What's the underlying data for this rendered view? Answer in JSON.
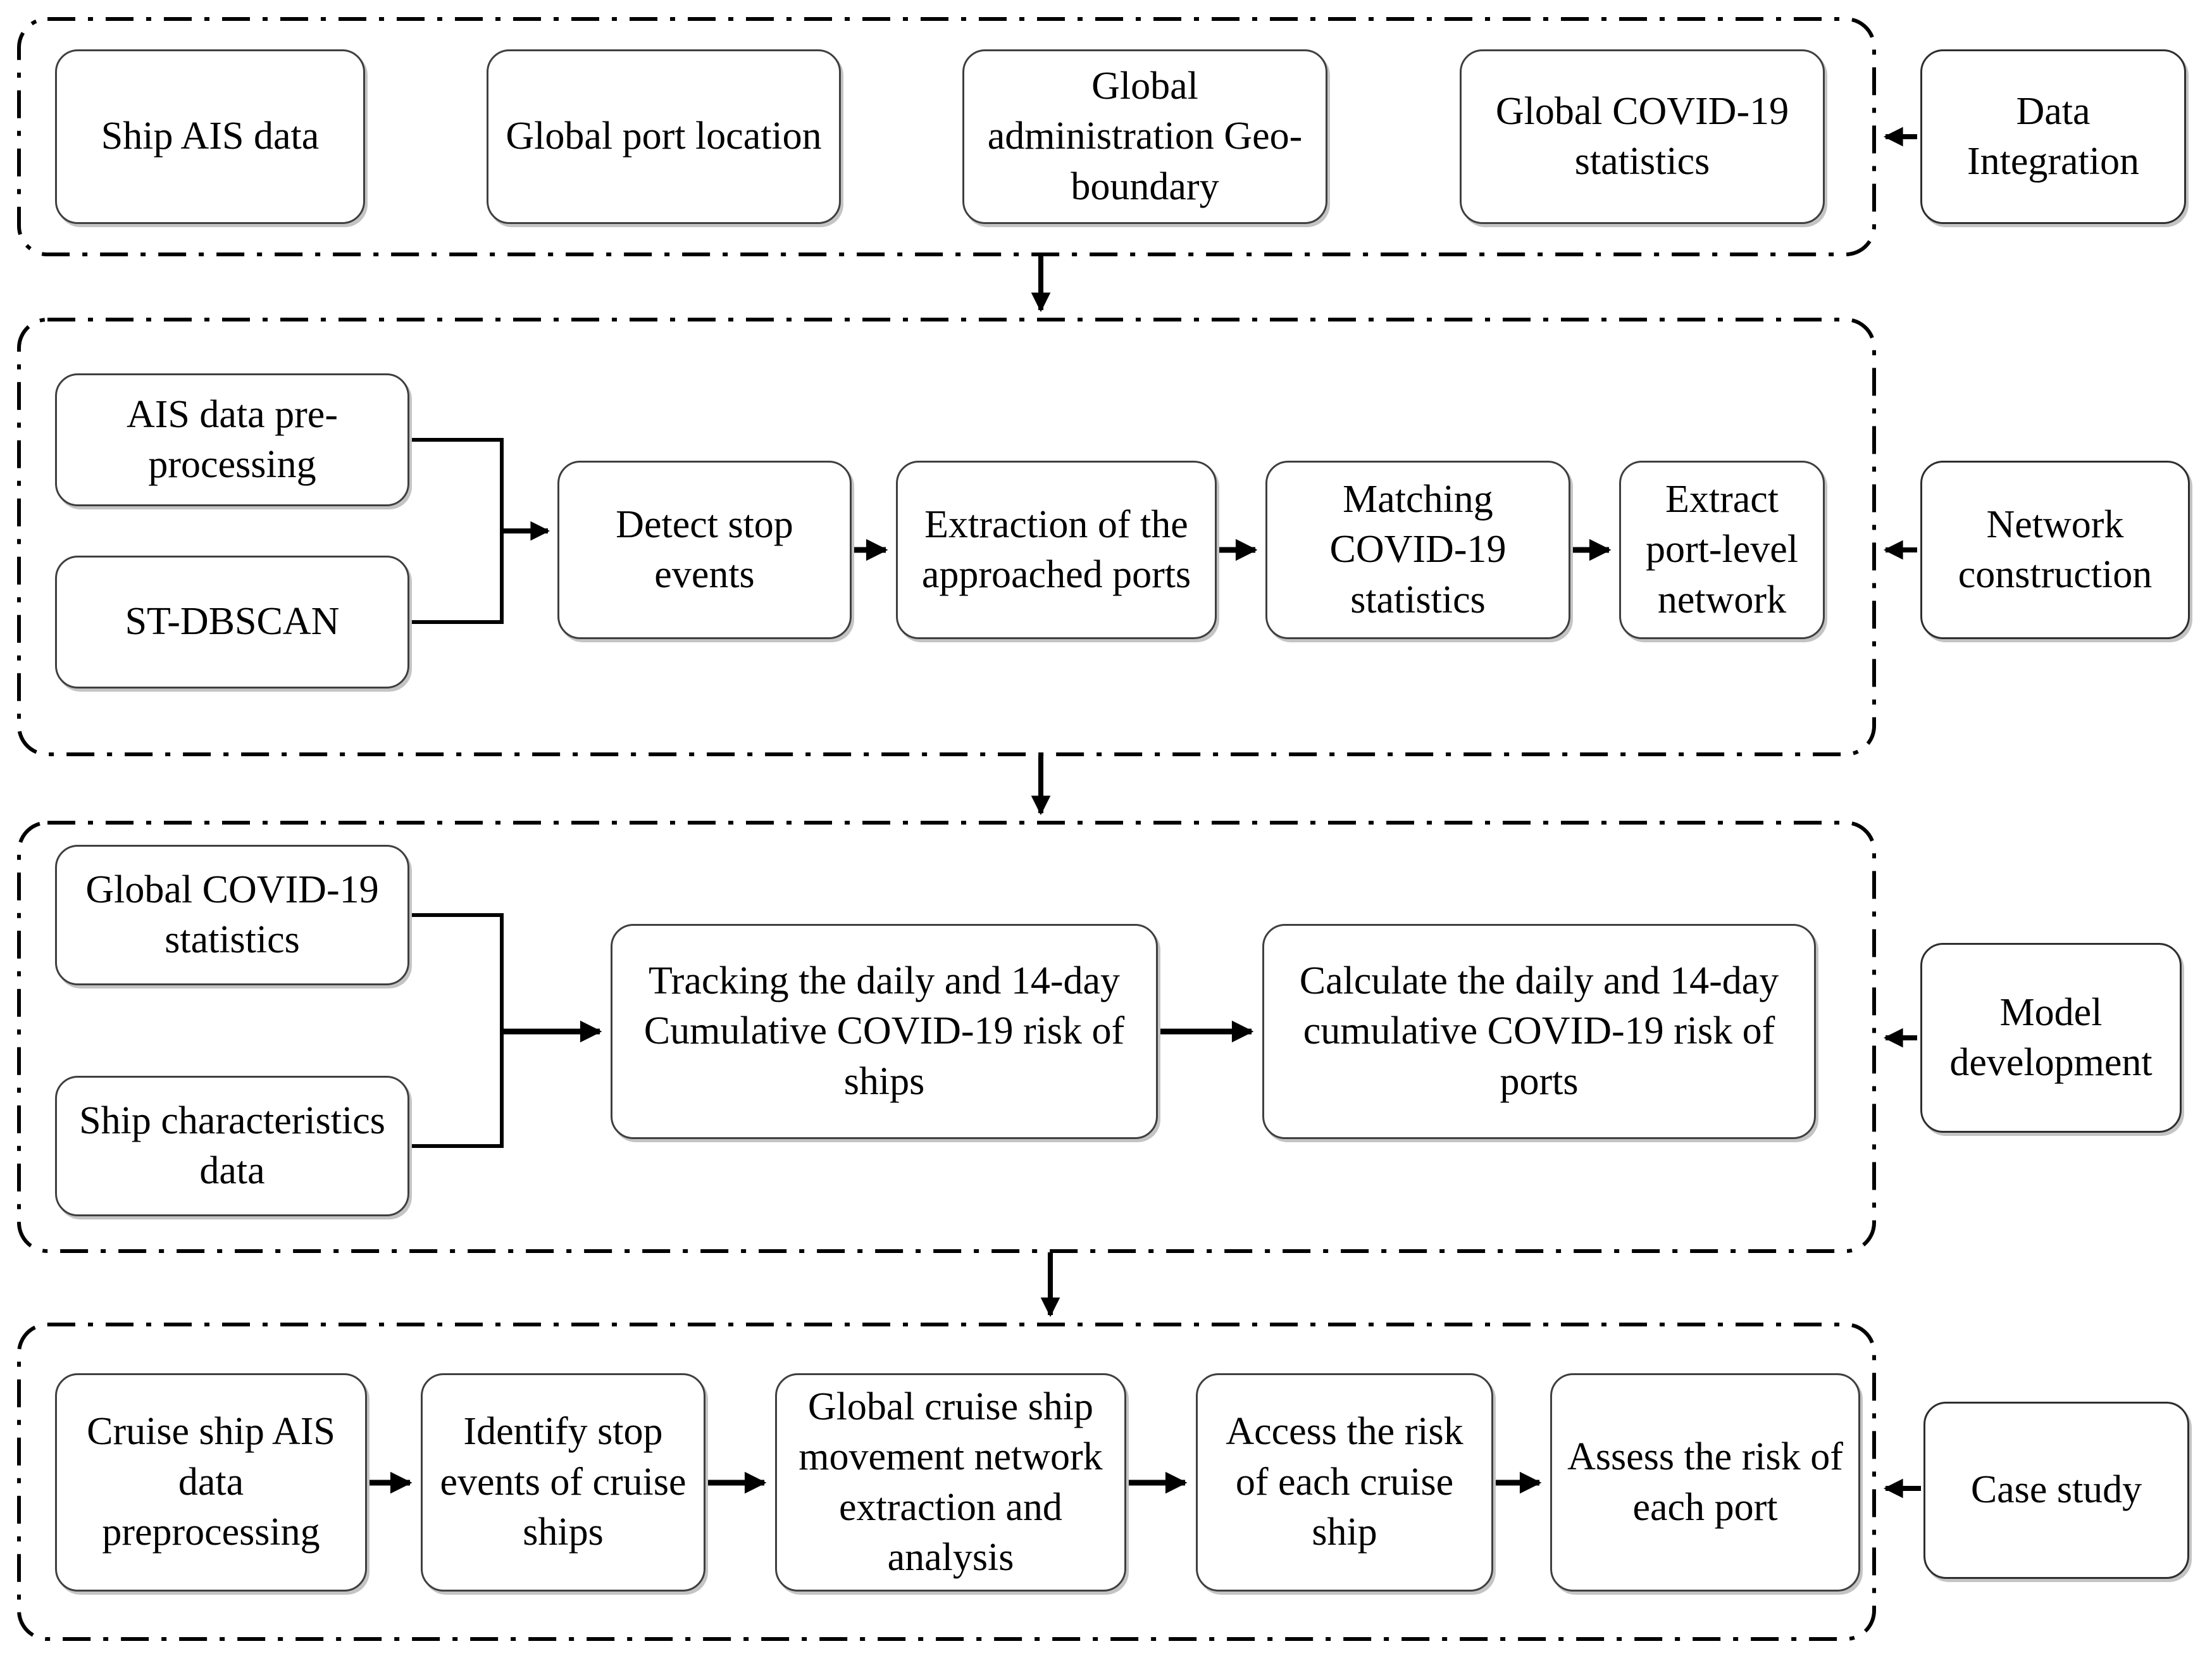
{
  "diagram": {
    "colors": {
      "background": "#ffffff",
      "line": "#000000",
      "box_border": "#3f3f3f"
    },
    "stages": [
      {
        "side_label": "Data\nIntegration",
        "boxes": [
          "Ship AIS data",
          "Global port location",
          "Global\nadministration Geo-\nboundary",
          "Global COVID-19\nstatistics"
        ]
      },
      {
        "side_label": "Network\nconstruction",
        "boxes": [
          "AIS data pre-\nprocessing",
          "ST-DBSCAN",
          "Detect stop\nevents",
          "Extraction of the\napproached ports",
          "Matching\nCOVID-19\nstatistics",
          "Extract\nport-level\nnetwork"
        ]
      },
      {
        "side_label": "Model\ndevelopment",
        "boxes": [
          "Global COVID-19\nstatistics",
          "Ship characteristics\ndata",
          "Tracking the daily and 14-day\nCumulative COVID-19 risk of\nships",
          "Calculate the daily and 14-day\ncumulative COVID-19 risk of\nports"
        ]
      },
      {
        "side_label": "Case study",
        "boxes": [
          "Cruise ship AIS\ndata\npreprocessing",
          "Identify stop\nevents of cruise\nships",
          "Global cruise ship\nmovement network\nextraction and\nanalysis",
          "Access the risk\nof each cruise\nship",
          "Assess the risk of\neach port"
        ]
      }
    ]
  }
}
